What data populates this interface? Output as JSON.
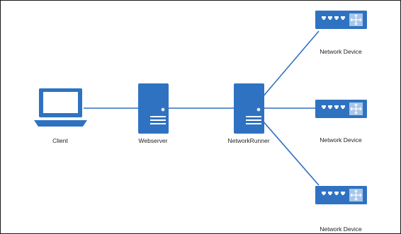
{
  "colors": {
    "device_blue": "#2f72c1",
    "device_dark": "#1d5aa3",
    "link": "#2f6ec2",
    "frame": "#1a1a1a"
  },
  "nodes": {
    "client": {
      "label": "Client",
      "icon": "laptop-icon"
    },
    "webserver": {
      "label": "Webserver",
      "icon": "server-icon"
    },
    "networkrunner": {
      "label": "NetworkRunner",
      "icon": "server-icon"
    },
    "device_top": {
      "label": "Network Device",
      "icon": "network-switch-icon"
    },
    "device_middle": {
      "label": "Network Device",
      "icon": "network-switch-icon"
    },
    "device_bottom": {
      "label": "Network Device",
      "icon": "network-switch-icon"
    }
  }
}
